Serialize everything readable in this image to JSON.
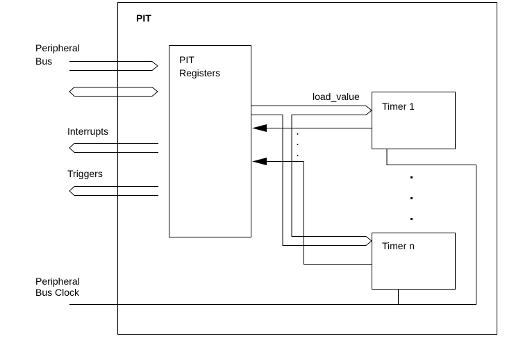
{
  "diagram": {
    "module_label": "PIT",
    "registers_label_line1": "PIT",
    "registers_label_line2": "Registers",
    "load_value_label": "load_value",
    "timer_first_label": "Timer 1",
    "timer_last_label": "Timer n",
    "peripheral_bus_line1": "Peripheral",
    "peripheral_bus_line2": "Bus",
    "interrupts_label": "Interrupts",
    "triggers_label": "Triggers",
    "bus_clock_line1": "Peripheral",
    "bus_clock_line2": "Bus Clock"
  }
}
